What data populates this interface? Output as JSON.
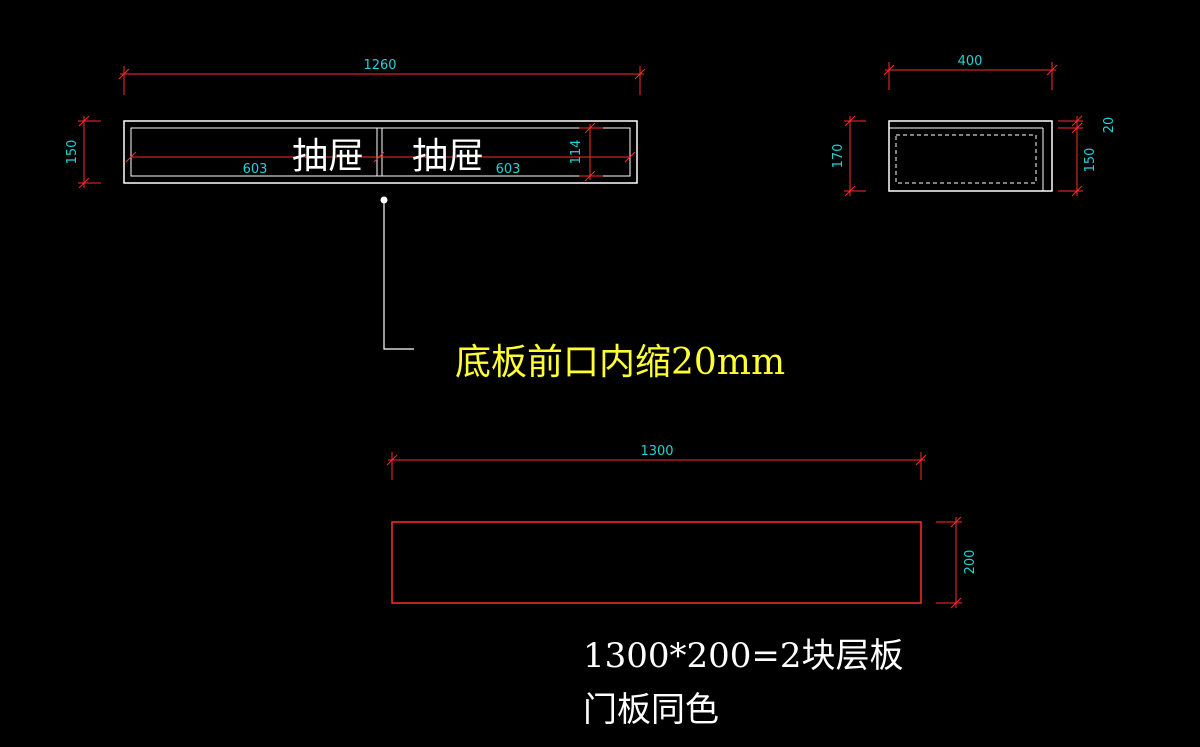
{
  "drawing": {
    "front_view": {
      "overall_width": "1260",
      "height": "150",
      "inner_height": "114",
      "drawer_left_label": "抽屉",
      "drawer_right_label": "抽屉",
      "drawer_left_width": "603",
      "drawer_right_width": "603"
    },
    "side_view": {
      "depth": "400",
      "height": "170",
      "inner_height": "150",
      "top_thickness": "20"
    },
    "leader_note": "底板前口内缩20mm",
    "shelf_view": {
      "width": "1300",
      "height": "200",
      "note_line1": "1300*200=2块层板",
      "note_line2": "门板同色"
    }
  },
  "colors": {
    "background": "#000000",
    "dimension_line": "#ff2a2a",
    "dimension_text": "#1fd3d8",
    "outline": "#ffffff",
    "note_highlight": "#ffff33"
  }
}
